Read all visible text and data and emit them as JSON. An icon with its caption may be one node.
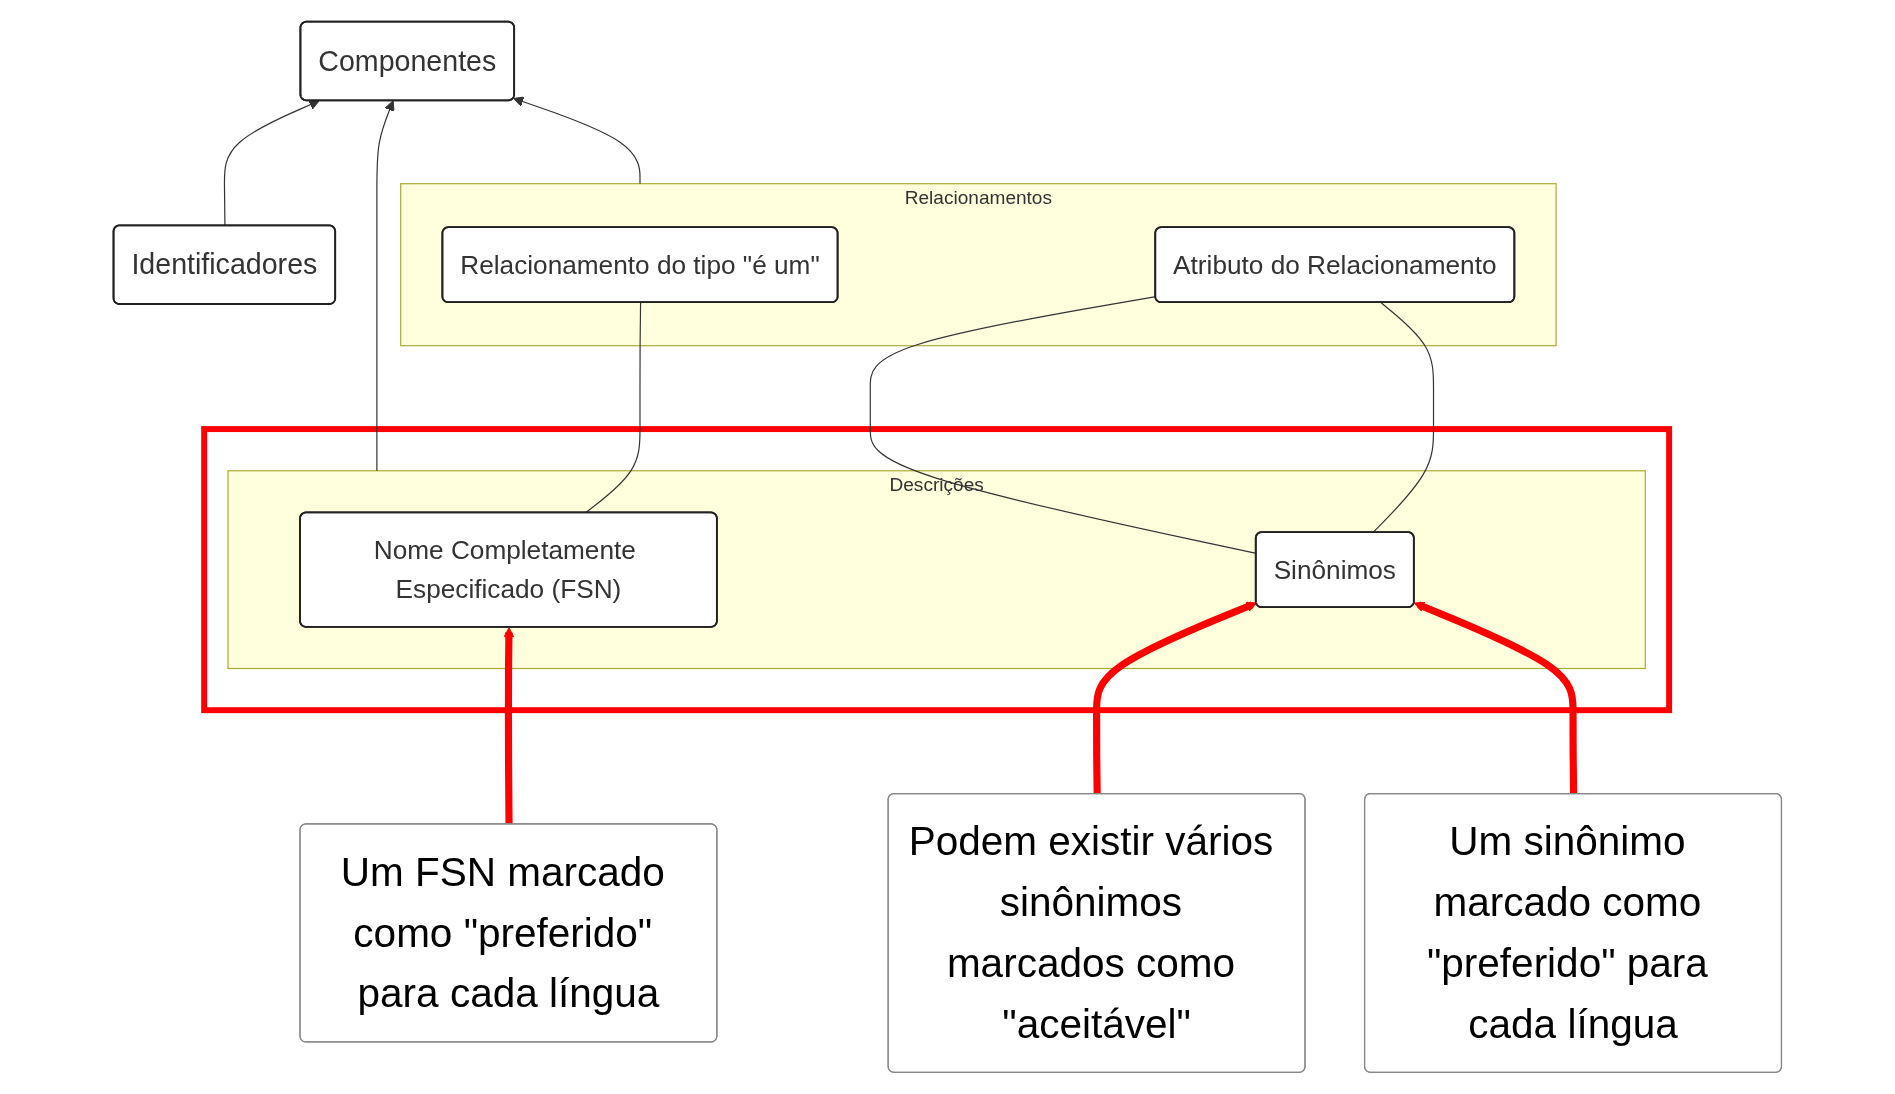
{
  "diagram": {
    "nodes": [
      {
        "text": [
          "Componentes"
        ]
      },
      {
        "text": [
          "Um FSN marcado como \"preferido\" para cada língua"
        ]
      },
      {
        "text": [],
        "shape": "box"
      },
      {
        "text": [
          "Descrições"
        ],
        "in": 2
      },
      {
        "text": [
          "Nome Completamente Especificado (FSN)"
        ],
        "in": 3
      },
      {
        "text": [
          "Sinônimos"
        ],
        "in": 3
      },
      {
        "text": [
          "Podem existir vários sinônimos marcados como \"aceitável\""
        ]
      },
      {
        "text": [
          "Identificadores"
        ]
      },
      {
        "text": [
          "Relacionamentos"
        ]
      },
      {
        "text": [
          "Relacionamento do tipo \"é um\""
        ],
        "in": 8
      },
      {
        "text": [
          "Atributo do Relacionamento"
        ],
        "in": 8
      },
      {
        "text": [
          "Um sinônimo marcado como \"preferido\" para cada língua"
        ]
      }
    ],
    "edges": [
      {
        "from": 3,
        "to": 0,
        "arrow": "to"
      },
      {
        "from": 7,
        "to": 0,
        "arrow": "to"
      },
      {
        "from": 8,
        "to": 0,
        "arrow": "to"
      },
      {
        "from": 4,
        "to": 9,
        "arrow": "none"
      },
      {
        "from": 5,
        "to": 10,
        "arrow": "none"
      },
      {
        "from": 5,
        "to": 10,
        "arrow": "none"
      },
      {
        "from": 1,
        "to": 4,
        "arrow": "to",
        "style": "thick",
        "color": "#ff0000"
      },
      {
        "from": 6,
        "to": 5,
        "arrow": "to",
        "style": "thick",
        "color": "#ff0000"
      },
      {
        "from": 11,
        "to": 5,
        "arrow": "to",
        "style": "thick",
        "color": "#ff0000"
      }
    ]
  }
}
